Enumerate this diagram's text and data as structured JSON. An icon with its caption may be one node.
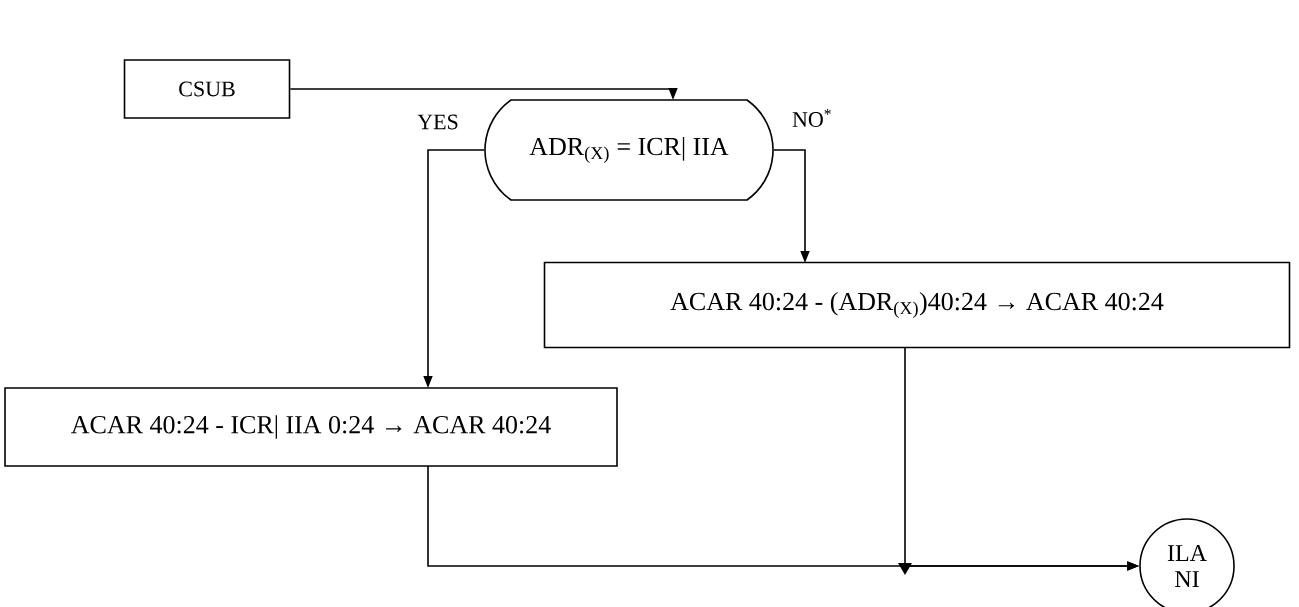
{
  "diagram": {
    "nodes": [
      {
        "text": [
          "CSUB"
        ]
      },
      {
        "text": [
          "ADR$_{(X)}$ = ICR| IIA"
        ]
      },
      {
        "text": [
          "ACAR 40:24 - (ADR$_{(X)}$)40:24 → ACAR 40:24"
        ]
      },
      {
        "text": [
          "ACAR 40:24 - ICR| IIA 0:24 → ACAR 40:24"
        ]
      },
      {
        "text": [
          "ILA NI"
        ]
      }
    ],
    "edges": [
      {
        "from": 0,
        "to": 1,
        "arrow": "to"
      },
      {
        "from": 1,
        "to": 3,
        "arrow": "to",
        "label": "YES"
      },
      {
        "from": 1,
        "to": 2,
        "arrow": "to",
        "label": "NO$^{*}$"
      },
      {
        "from": 3,
        "to": 4,
        "arrow": "to"
      },
      {
        "from": 2,
        "to": 4,
        "arrow": "to"
      }
    ]
  }
}
